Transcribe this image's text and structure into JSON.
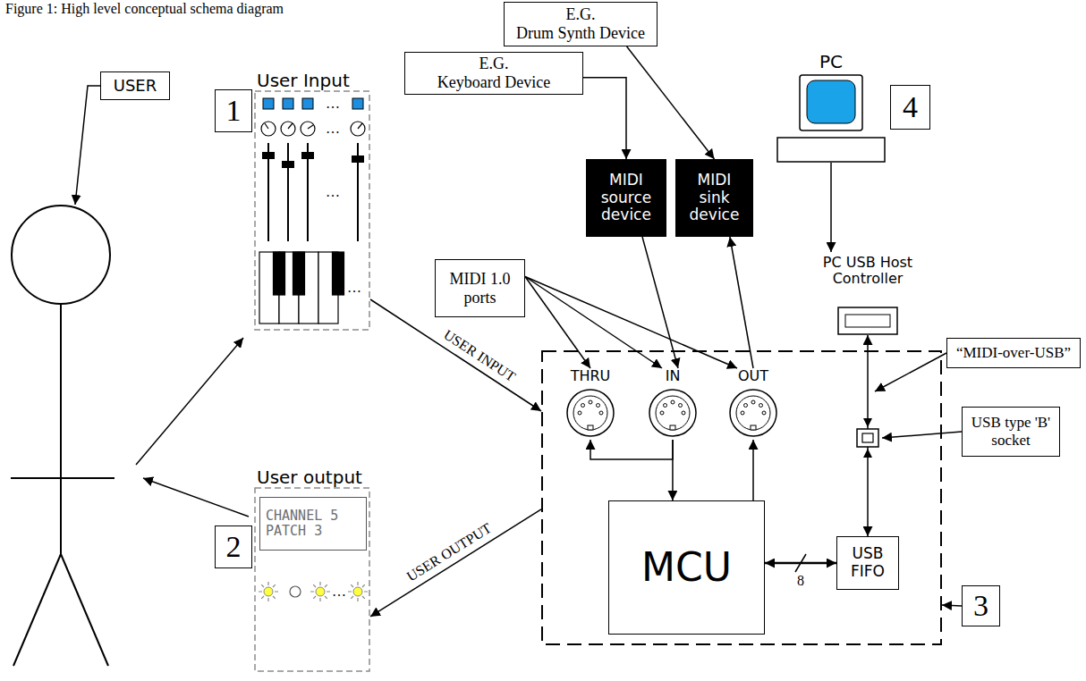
{
  "diagram": {
    "title": "Figure 1: High level conceptual schema diagram",
    "nodes": [
      {
        "text": [
          "E.G.",
          "Drum Synth Device"
        ]
      },
      {
        "text": [
          "PC"
        ]
      },
      {
        "text": [
          "4"
        ]
      },
      {
        "text": [
          "E.G.",
          "Keyboard Device"
        ]
      },
      {
        "text": [
          "USER"
        ]
      },
      {
        "text": [
          "User Input"
        ]
      },
      {
        "text": [
          "1"
        ]
      },
      {
        "text": [
          "MIDI source device"
        ]
      },
      {
        "text": [
          "MIDI sink device"
        ]
      },
      {
        "text": [
          "MIDI 1.0 ports"
        ]
      },
      {
        "text": [
          "PC USB Host Controller"
        ]
      },
      {
        "text": [
          "“MIDI-over-USB”"
        ]
      },
      {
        "text": []
      },
      {
        "text": [
          "THRU"
        ],
        "in": 12
      },
      {
        "text": [
          "IN"
        ],
        "in": 12
      },
      {
        "text": [
          "OUT"
        ],
        "in": 12
      },
      {
        "text": [
          "USB type 'B' socket"
        ]
      },
      {
        "text": [
          "MCU"
        ],
        "in": 12
      },
      {
        "text": [
          "USB FIFO"
        ],
        "in": 12
      },
      {
        "text": [
          "3"
        ]
      },
      {
        "text": [
          "User output"
        ]
      },
      {
        "text": [
          "2"
        ]
      },
      {
        "text": [
          "CHANNEL 5 PATCH 3"
        ],
        "in": 20
      }
    ],
    "edges": [
      {
        "from": 3,
        "to": 7,
        "arrow": "to"
      },
      {
        "from": 0,
        "to": 8,
        "arrow": "to"
      },
      {
        "from": 1,
        "to": 10,
        "arrow": "to"
      },
      {
        "from": 9,
        "to": 13,
        "arrow": "to"
      },
      {
        "from": 9,
        "to": 14,
        "arrow": "to"
      },
      {
        "from": 9,
        "to": 15,
        "arrow": "to"
      },
      {
        "from": 7,
        "to": 14,
        "arrow": "to"
      },
      {
        "from": 15,
        "to": 8,
        "arrow": "to"
      },
      {
        "from": 14,
        "to": 13,
        "arrow": "to"
      },
      {
        "from": 14,
        "to": 17,
        "arrow": "to"
      },
      {
        "from": 17,
        "to": 15,
        "arrow": "to"
      },
      {
        "from": 17,
        "to": 18,
        "label": "8",
        "arrow": "both"
      },
      {
        "from": 18,
        "to": 10,
        "arrow": "both"
      },
      {
        "from": 5,
        "to": 12,
        "label": "USER INPUT",
        "arrow": "to"
      },
      {
        "from": 12,
        "to": 20,
        "label": "USER OUTPUT",
        "arrow": "to"
      },
      {
        "from": 19,
        "to": 12,
        "arrow": "to"
      }
    ],
    "labels": [
      "…",
      "…",
      "…",
      "…",
      "…"
    ]
  }
}
